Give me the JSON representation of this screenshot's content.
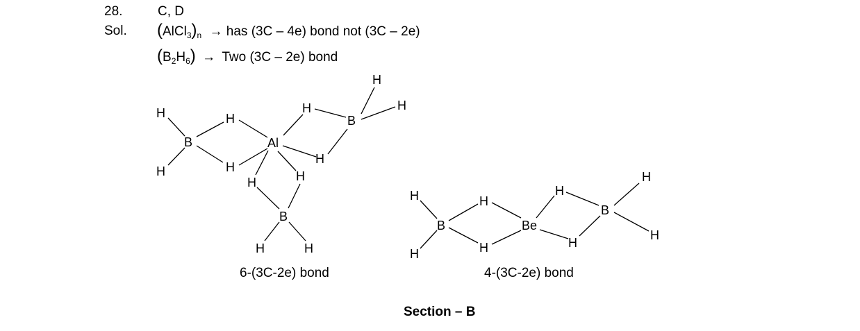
{
  "question": {
    "number": "28.",
    "answer": "C, D"
  },
  "solution": {
    "label": "Sol.",
    "line1": {
      "formula_main": "AlCl",
      "formula_sub1": "3",
      "formula_sub2": "n",
      "arrow": "→",
      "text": "has (3C – 4e) bond not (3C – 2e)"
    },
    "line2": {
      "formula_part1": "B",
      "formula_sub1": "2",
      "formula_part2": "H",
      "formula_sub2": "6",
      "arrow": "→",
      "text": "Two (3C – 2e) bond"
    }
  },
  "structure_al": {
    "center": "Al",
    "boron": "B",
    "hydrogen": "H",
    "caption": "6-(3C-2e) bond"
  },
  "structure_be": {
    "center": "Be",
    "boron": "B",
    "hydrogen": "H",
    "caption": "4-(3C-2e) bond"
  },
  "section": {
    "title": "Section – B"
  }
}
